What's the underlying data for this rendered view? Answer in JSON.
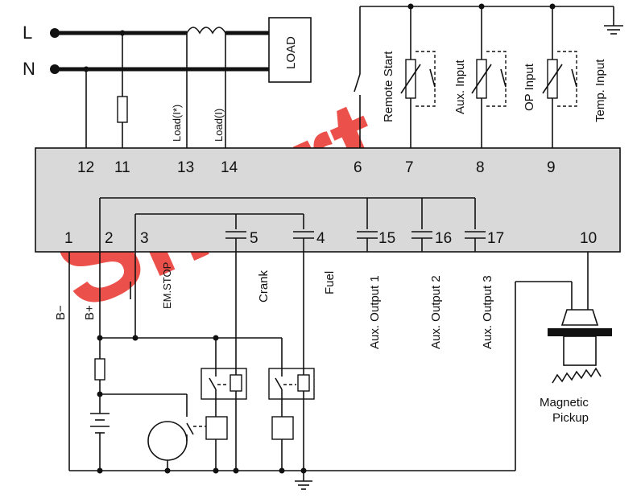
{
  "watermark": "Smart",
  "lines": {
    "L": "L",
    "N": "N"
  },
  "load_box": "LOAD",
  "terminals": [
    "12",
    "11",
    "13",
    "14",
    "6",
    "7",
    "8",
    "9",
    "1",
    "2",
    "3",
    "5",
    "4",
    "15",
    "16",
    "17",
    "10"
  ],
  "top_labels": {
    "load_i_star": "Load(I*)",
    "load_i": "Load(I)",
    "remote_start": "Remote Start",
    "aux_input": "Aux. Input",
    "op_input": "OP Input",
    "temp_input": "Temp. Input"
  },
  "bottom_labels": {
    "b_minus": "B−",
    "b_plus": "B+",
    "em_stop": "EM.STOP",
    "crank": "Crank",
    "fuel": "Fuel",
    "aux_output_1": "Aux. Output 1",
    "aux_output_2": "Aux. Output 2",
    "aux_output_3": "Aux. Output 3"
  },
  "magnetic_pickup": [
    "Magnetic",
    "Pickup"
  ],
  "colors": {
    "watermark": "#e8332b",
    "panel": "#d9d9d9",
    "ink": "#111111"
  }
}
